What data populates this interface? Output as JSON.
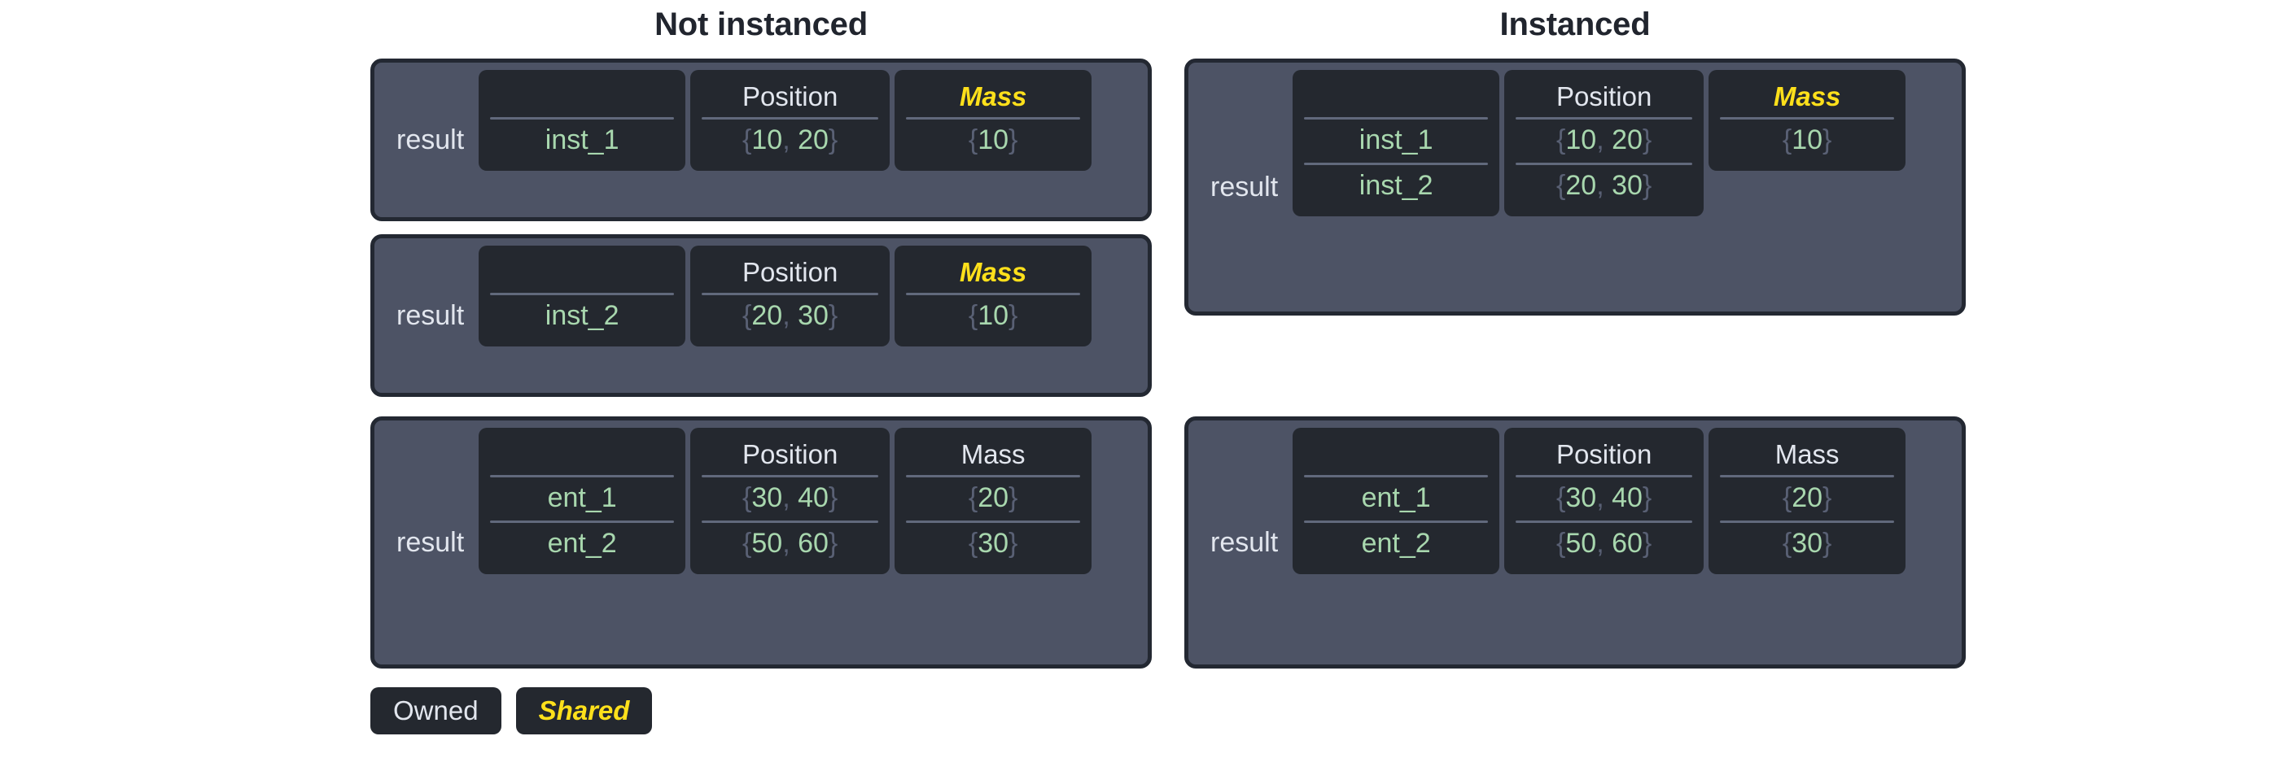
{
  "titles": {
    "left": "Not instanced",
    "right": "Instanced"
  },
  "labels": {
    "record": "result",
    "column_name_blank": "",
    "column_position": "Position",
    "column_mass": "Mass"
  },
  "legend": {
    "owned": "Owned",
    "shared": "Shared"
  },
  "colors": {
    "page_background": "#ffffff",
    "title_text": "#21252e",
    "panel_fill": "#4d5365",
    "panel_border": "#232832",
    "cell_fill": "#24282f",
    "owned_text": "#e2e6ee",
    "shared_text": "#ffe01b",
    "value_text": "#a8d7ae",
    "brace_text": "#596074",
    "divider": "#61697c"
  },
  "panels": {
    "not_instanced": [
      {
        "record": "result",
        "columns": {
          "name": {
            "header": "",
            "shared": false
          },
          "position": {
            "header": "Position",
            "shared": false
          },
          "mass": {
            "header": "Mass",
            "shared": true
          }
        },
        "rows": [
          {
            "name": "inst_1",
            "position": "{10, 20}",
            "position_x": "10",
            "position_y": "20",
            "mass": "{10}",
            "mass_value": "10"
          }
        ]
      },
      {
        "record": "result",
        "columns": {
          "name": {
            "header": "",
            "shared": false
          },
          "position": {
            "header": "Position",
            "shared": false
          },
          "mass": {
            "header": "Mass",
            "shared": true
          }
        },
        "rows": [
          {
            "name": "inst_2",
            "position": "{20, 30}",
            "position_x": "20",
            "position_y": "30",
            "mass": "{10}",
            "mass_value": "10"
          }
        ]
      },
      {
        "record": "result",
        "columns": {
          "name": {
            "header": "",
            "shared": false
          },
          "position": {
            "header": "Position",
            "shared": false
          },
          "mass": {
            "header": "Mass",
            "shared": false
          }
        },
        "rows": [
          {
            "name": "ent_1",
            "position": "{30, 40}",
            "position_x": "30",
            "position_y": "40",
            "mass": "{20}",
            "mass_value": "20"
          },
          {
            "name": "ent_2",
            "position": "{50, 60}",
            "position_x": "50",
            "position_y": "60",
            "mass": "{30}",
            "mass_value": "30"
          }
        ]
      }
    ],
    "instanced": [
      {
        "record": "result",
        "columns": {
          "name": {
            "header": "",
            "shared": false
          },
          "position": {
            "header": "Position",
            "shared": false
          },
          "mass": {
            "header": "Mass",
            "shared": true
          }
        },
        "rows": [
          {
            "name": "inst_1",
            "position": "{10, 20}",
            "position_x": "10",
            "position_y": "20",
            "mass": "{10}",
            "mass_value": "10"
          },
          {
            "name": "inst_2",
            "position": "{20, 30}",
            "position_x": "20",
            "position_y": "30",
            "mass": "",
            "mass_value": ""
          }
        ]
      },
      {
        "record": "result",
        "columns": {
          "name": {
            "header": "",
            "shared": false
          },
          "position": {
            "header": "Position",
            "shared": false
          },
          "mass": {
            "header": "Mass",
            "shared": false
          }
        },
        "rows": [
          {
            "name": "ent_1",
            "position": "{30, 40}",
            "position_x": "30",
            "position_y": "40",
            "mass": "{20}",
            "mass_value": "20"
          },
          {
            "name": "ent_2",
            "position": "{50, 60}",
            "position_x": "50",
            "position_y": "60",
            "mass": "{30}",
            "mass_value": "30"
          }
        ]
      }
    ]
  }
}
